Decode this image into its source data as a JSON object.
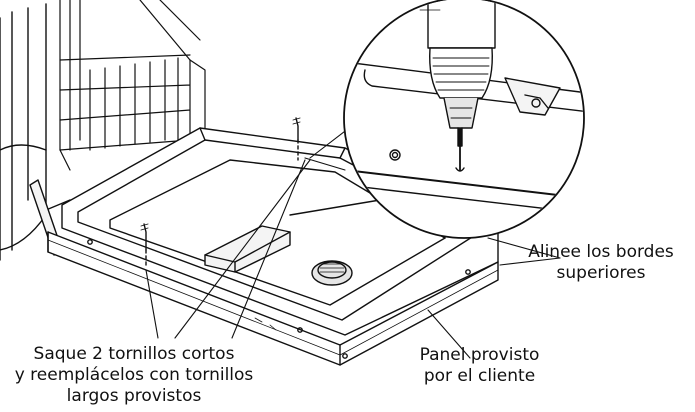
{
  "callouts": {
    "align": {
      "line1": "Alinee los bordes",
      "line2": "superiores"
    },
    "panel": {
      "line1": "Panel provisto",
      "line2": "por el cliente"
    },
    "screws": {
      "line1": "Saque 2 tornillos cortos",
      "line2": "y reemplácelos con tornillos",
      "line3": "largos provistos"
    }
  },
  "colors": {
    "ink": "#111111",
    "paper": "#ffffff",
    "light_fill": "#f4f4f4",
    "mid_fill": "#e6e6e6"
  }
}
